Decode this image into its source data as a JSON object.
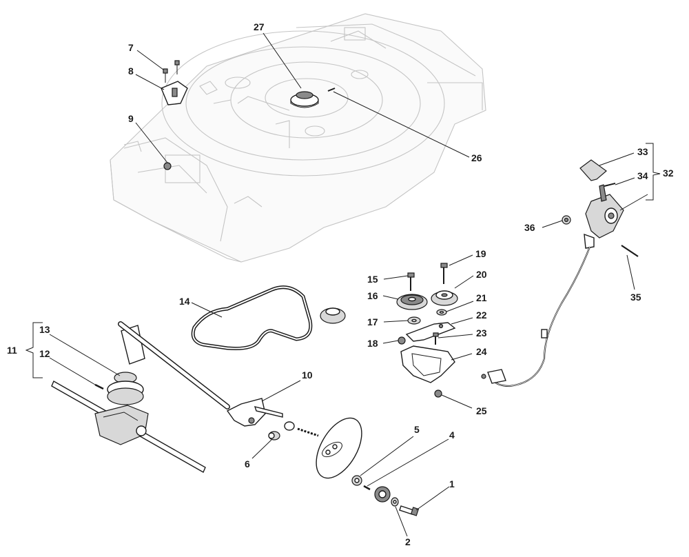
{
  "callouts": {
    "p1": "1",
    "p2": "2",
    "p4": "4",
    "p5": "5",
    "p6": "6",
    "p7": "7",
    "p8": "8",
    "p9": "9",
    "p10": "10",
    "p11": "11",
    "p12": "12",
    "p13": "13",
    "p14": "14",
    "p15": "15",
    "p16": "16",
    "p17": "17",
    "p18": "18",
    "p19": "19",
    "p20": "20",
    "p21": "21",
    "p22": "22",
    "p23": "23",
    "p24": "24",
    "p25": "25",
    "p26": "26",
    "p27": "27",
    "p32": "32",
    "p33": "33",
    "p34": "34",
    "p35": "35",
    "p36": "36"
  },
  "colors": {
    "ink": "#1a1a1a",
    "ghost": "#c4c4c4",
    "background": "#ffffff"
  }
}
